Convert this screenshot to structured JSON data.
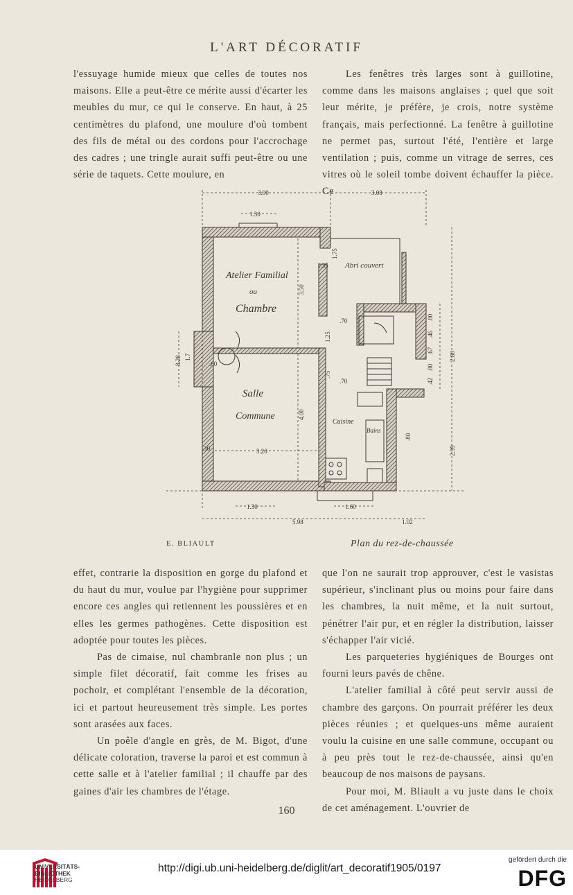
{
  "header": {
    "title": "L'ART DÉCORATIF"
  },
  "top_left": [
    "l'essuyage humide mieux que celles de toutes nos maisons. Elle a peut-être ce mérite aussi d'écarter les meubles du mur, ce qui le conserve. En haut, à 25 centimètres du plafond, une moulure d'où tombent des fils de métal ou des cordons pour l'accrochage des cadres ; une tringle aurait suffi peut-être ou une série de taquets. Cette moulure, en"
  ],
  "top_right": [
    "Les fenêtres très larges sont à guillotine, comme dans les maisons anglaises ; quel que soit leur mérite, je préfère, je crois, notre système français, mais perfectionné. La fenêtre à guillotine ne permet pas, surtout l'été, l'entière et large ventilation ; puis, comme un vitrage de serres, ces vitres où le soleil tombe doivent échauffer la pièce. Ce"
  ],
  "figure": {
    "credit": "E. BLIAULT",
    "caption": "Plan du rez-de-chaussée",
    "labels": {
      "atelier": "Atelier Familial",
      "ou": "ou",
      "chambre": "Chambre",
      "salle": "Salle",
      "commune": "Commune",
      "abri": "Abri couvert",
      "cuisine": "Cuisine",
      "bains": "Bains"
    },
    "dims": {
      "top_left": "3.90",
      "top_right": "3.08",
      "door_top": "1.30",
      "atelier_h": "3.50",
      "salle_h": "4.00",
      "salle_w": "3.20",
      "left_total": "8.28",
      "left_inner": "1.7",
      "right_upper": "2.80",
      "right_lower": "2.99",
      "bottom_left": "1.30",
      "bottom_mid": "1.60",
      "bottom_total": "5.98",
      "bottom_right": "1.02",
      "abri": "1.75",
      "step_a": ".70",
      "step_b": ".70",
      "bains_w": ".80",
      "vert_a": "1.25",
      "vert_b": ".75",
      "r1": ".80",
      "r2": ".46",
      "r3": ".67",
      "r4": ".80",
      "r5": ".42",
      "corner": ".60",
      "small1": "1.35",
      "small2": ".30"
    }
  },
  "bottom_left": [
    "effet, contrarie la disposition en gorge du plafond et du haut du mur, voulue par l'hygiène pour supprimer encore ces angles qui retiennent les poussières et en elles les germes pathogènes. Cette disposition est adoptée pour toutes les pièces.",
    "Pas de cimaise, nul chambranle non plus ; un simple filet décoratif, fait comme les frises au pochoir, et complétant l'ensemble de la décoration, ici et partout heureusement très simple. Les portes sont arasées aux faces.",
    "Un poêle d'angle en grès, de M. Bigot, d'une délicate coloration, traverse la paroi et est commun à cette salle et à l'atelier familial ; il chauffe par des gaines d'air les chambres de l'étage."
  ],
  "bottom_right": [
    "que l'on ne saurait trop approuver, c'est le vasistas supérieur, s'inclinant plus ou moins pour faire dans les chambres, la nuit même, et la nuit surtout, pénétrer l'air pur, et en régler la distribution, laisser s'échapper l'air vicié.",
    "Les parqueteries hygiéniques de Bourges ont fourni leurs pavés de chêne.",
    "L'atelier familial à côté peut servir aussi de chambre des garçons. On pourrait préférer les deux pièces réunies ; et quelques-uns même auraient voulu la cuisine en une salle commune, occupant ou à peu près tout le rez-de-chaussée, ainsi qu'en beaucoup de nos maisons de paysans.",
    "Pour moi, M. Bliault a vu juste dans le choix de cet aménagement. L'ouvrier de"
  ],
  "page_number": "160",
  "footer": {
    "library": [
      "UNIVERSITÄTS-",
      "BIBLIOTHEK",
      "HEIDELBERG"
    ],
    "url": "http://digi.ub.uni-heidelberg.de/diglit/art_decoratif1905/0197",
    "funder_caption": "gefördert durch die",
    "funder": "DFG"
  }
}
